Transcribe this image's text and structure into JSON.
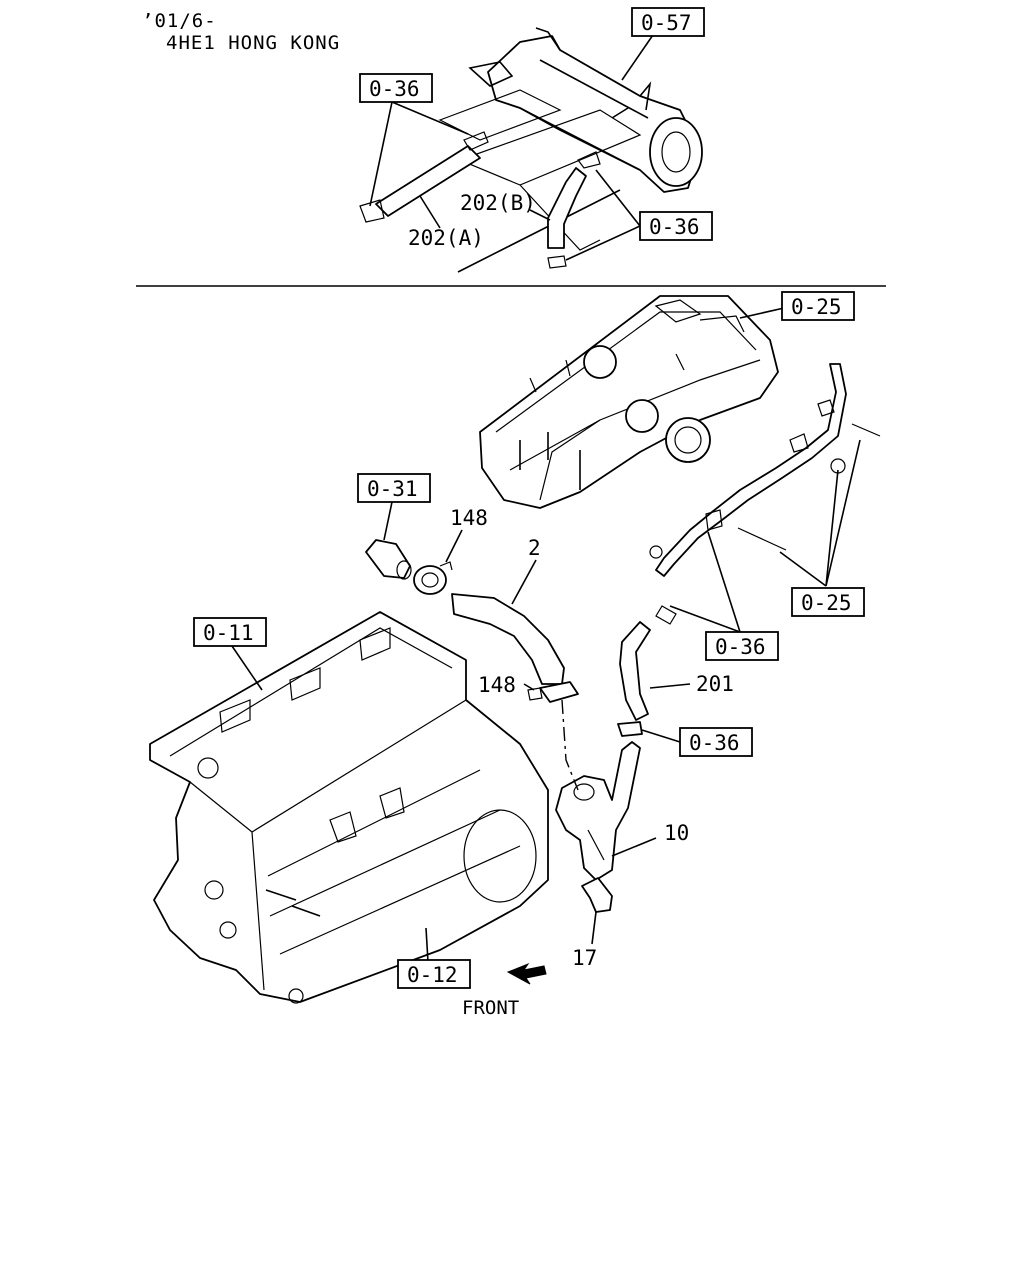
{
  "header": {
    "date_code": "’01/6-",
    "model_line": "4HE1 HONG KONG"
  },
  "ref_boxes": {
    "r057": "0-57",
    "r036_top_left": "0-36",
    "r036_top_right": "0-36",
    "r025_top": "0-25",
    "r031": "0-31",
    "r011": "0-11",
    "r025_right": "0-25",
    "r036_mid": "0-36",
    "r036_low": "0-36",
    "r012": "0-12"
  },
  "part_labels": {
    "p202a": "202(A)",
    "p202b": "202(B)",
    "p148_top": "148",
    "p2": "2",
    "p148_low": "148",
    "p201": "201",
    "p10": "10",
    "p17": "17"
  },
  "front_label": "FRONT"
}
